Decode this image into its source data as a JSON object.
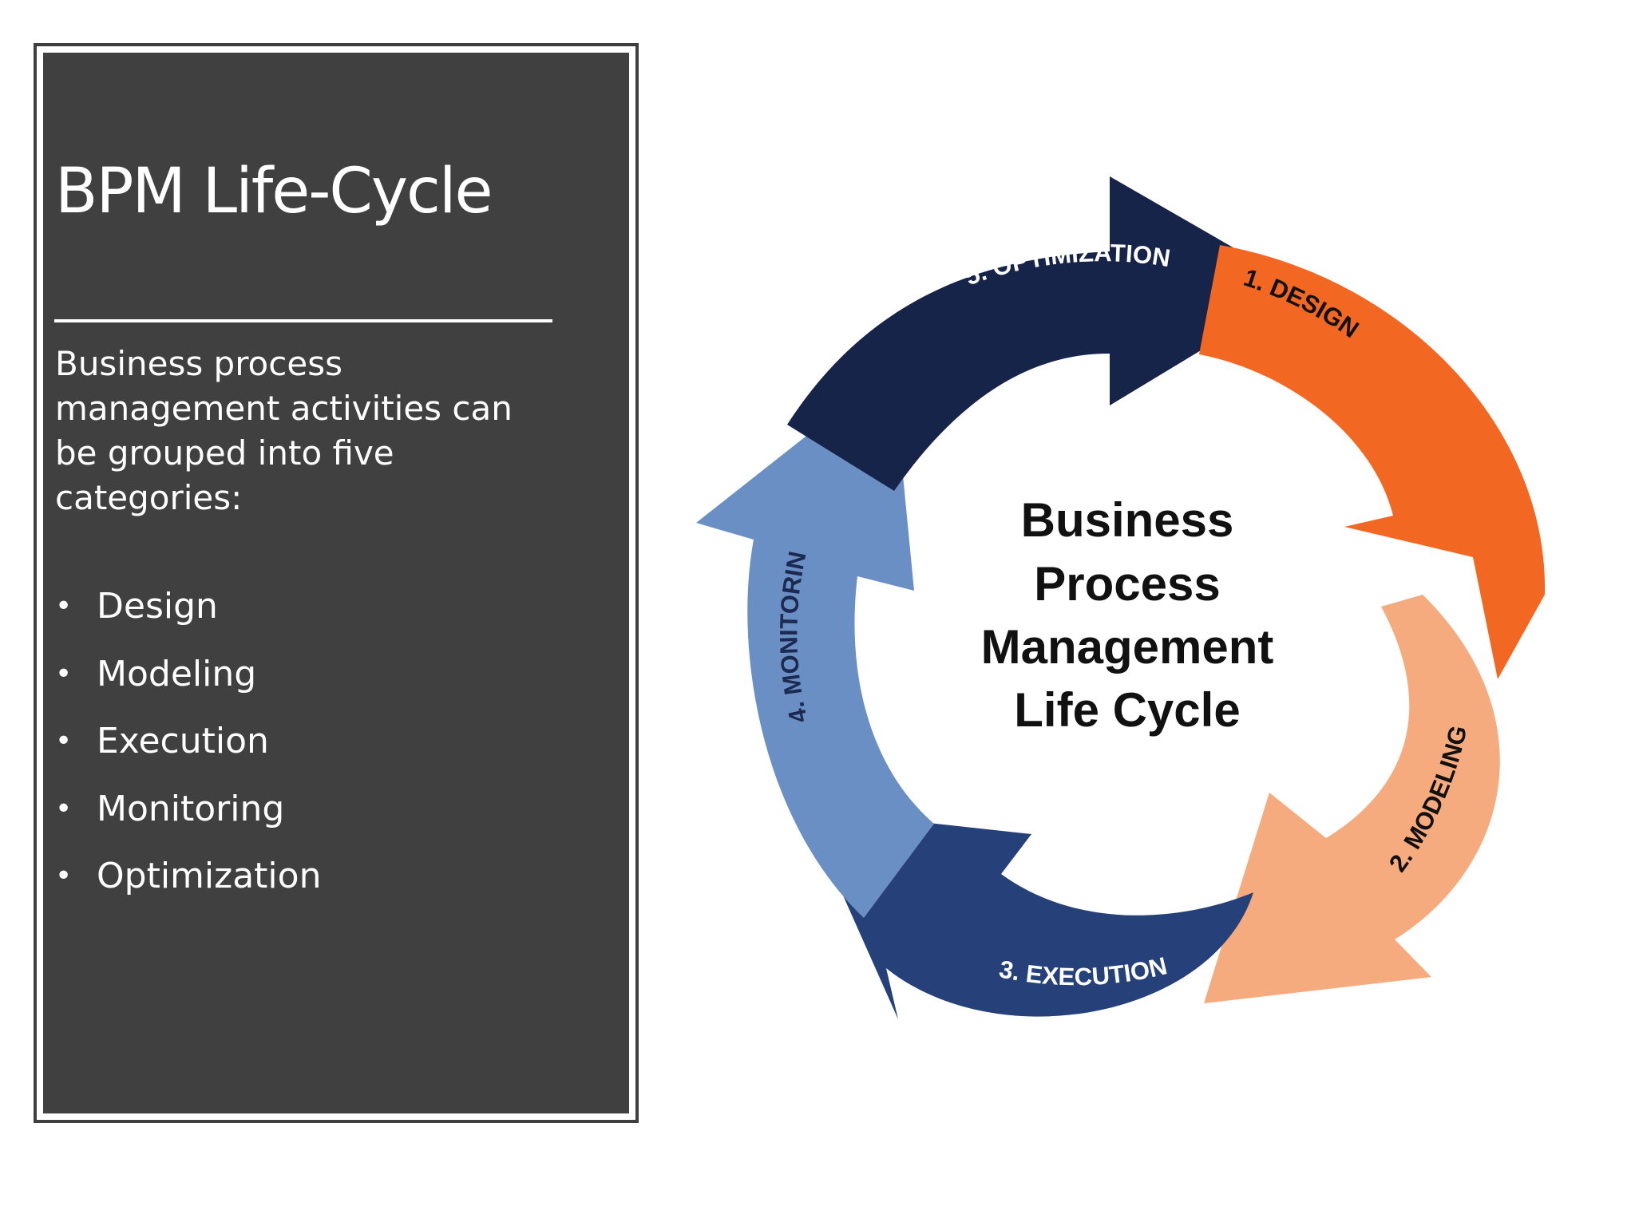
{
  "panel": {
    "title": "BPM Life-Cycle",
    "intro": "Business process management activities can be grouped into five categories:",
    "bullet_glyph": "•",
    "items": [
      "Design",
      "Modeling",
      "Execution",
      "Monitoring",
      "Optimization"
    ]
  },
  "diagram": {
    "center_lines": [
      "Business",
      "Process",
      "Management",
      "Life Cycle"
    ],
    "stages": [
      {
        "label": "1. DESIGN",
        "color": "#f26722"
      },
      {
        "label": "2. MODELING",
        "color": "#f5ab7d"
      },
      {
        "label": "3. EXECUTION",
        "color": "#26417a"
      },
      {
        "label": "4. MONITORING",
        "color": "#6a8fc4"
      },
      {
        "label": "5. OPTIMIZATION",
        "color": "#17244a"
      }
    ]
  }
}
